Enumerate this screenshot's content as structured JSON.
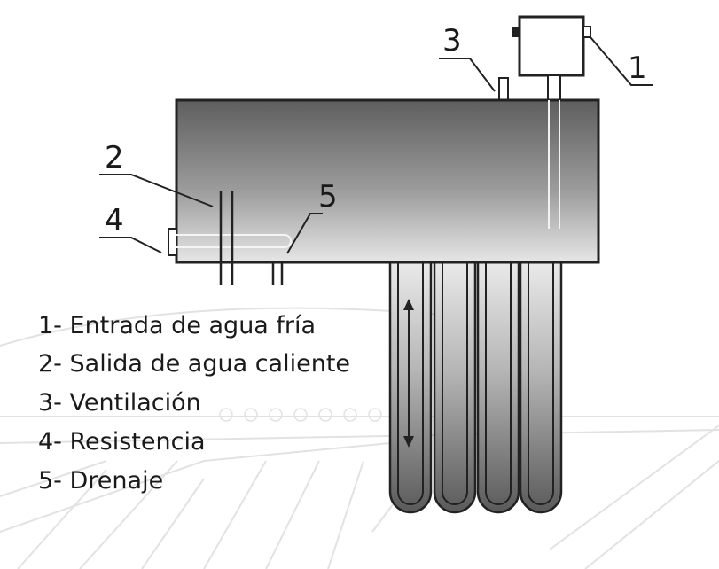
{
  "callouts": {
    "c1": "1",
    "c2": "2",
    "c3": "3",
    "c4": "4",
    "c5": "5"
  },
  "legend": [
    "1- Entrada de agua fría",
    "2- Salida de agua caliente",
    "3- Ventilación",
    "4- Resistencia",
    "5- Drenaje"
  ],
  "colors": {
    "tank_top": "#5e5e5e",
    "tank_bottom": "#e4e4e4",
    "outline": "#2a2a2a",
    "background_pattern": "#e3e3e3"
  }
}
